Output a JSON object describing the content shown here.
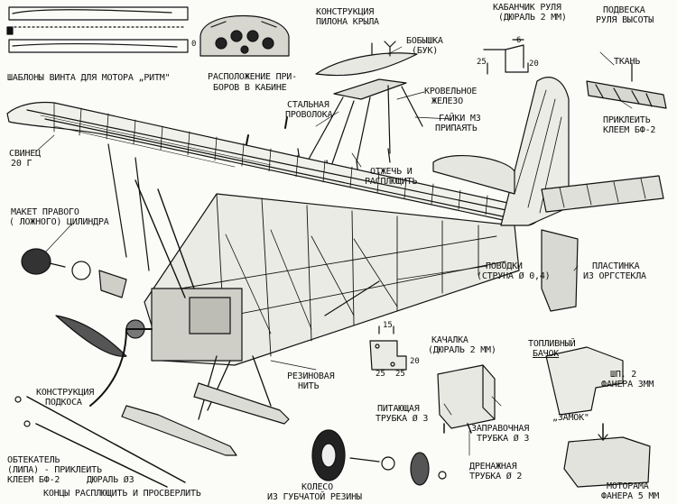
{
  "labels": {
    "propeller_templates": "ШАБЛОНЫ ВИНТА ДЛЯ МОТОРА „РИТМ\"",
    "cockpit_instruments_1": "РАСПОЛОЖЕНИЕ ПРИ-",
    "cockpit_instruments_2": "БОРОВ В КАБИНЕ",
    "wing_pylon_1": "КОНСТРУКЦИЯ",
    "wing_pylon_2": "ПИЛОНА КРЫЛА",
    "boss_1": "БОБЫШКА",
    "boss_2": "(БУК)",
    "rudder_horn_1": "КАБАНЧИК РУЛЯ",
    "rudder_horn_2": "(ДЮРАЛЬ 2 мм)",
    "elevator_hinge_1": "ПОДВЕСКА",
    "elevator_hinge_2": "РУЛЯ ВЫСОТЫ",
    "fabric": "ТКАНЬ",
    "glue_bf2_1": "ПРИКЛЕИТЬ",
    "glue_bf2_2": "КЛЕЕМ БФ-2",
    "roofing_iron_1": "КРОВЕЛЬНОЕ",
    "roofing_iron_2": "ЖЕЛЕЗО",
    "steel_wire_1": "СТАЛЬНАЯ",
    "steel_wire_2": "ПРОВОЛОКА",
    "nuts_m3_1": "ГАЙКИ М3",
    "nuts_m3_2": "ПРИПАЯТЬ",
    "anneal_1": "ОТЖЕЧЬ И",
    "anneal_2": "РАСПЛЮЩИТЬ",
    "lead_1": "СВИНЕЦ",
    "lead_2": "20 г",
    "cylinder_1": "МАКЕТ ПРАВОГО",
    "cylinder_2": "( ЛОЖНОГО) ЦИЛИНДРА",
    "leads_1": "ПОВОДКИ",
    "leads_2": "(СТРУНА Ø 0,4)",
    "plexiglass_1": "ПЛАСТИНКА",
    "plexiglass_2": "ИЗ ОРГСТЕКЛА",
    "rocker_1": "КАЧАЛКА",
    "rocker_2": "(ДЮРАЛЬ 2 мм)",
    "fuel_tank_1": "ТОПЛИВНЫЙ",
    "fuel_tank_2": "БАЧОК",
    "rubber_thread_1": "РЕЗИНОВАЯ",
    "rubber_thread_2": "НИТЬ",
    "feed_tube_1": "ПИТАЮЩАЯ",
    "feed_tube_2": "ТРУБКА Ø 3",
    "filler_tube_1": "ЗАПРАВОЧНАЯ",
    "filler_tube_2": "ТРУБКА Ø 3",
    "drain_tube_1": "ДРЕНАЖНАЯ",
    "drain_tube_2": "ТРУБКА Ø 2",
    "strut_1": "КОНСТРУКЦИЯ",
    "strut_2": "ПОДКОСА",
    "fairing_1": "ОБТЕКАТЕЛЬ",
    "fairing_2": "(ЛИПА) - ПРИКЛЕИТЬ",
    "fairing_3": "КЛЕЕМ БФ-2",
    "duralumin_3": "ДЮРАЛЬ Ø3",
    "ends_flatten": "КОНЦЫ РАСПЛЮЩИТЬ И ПРОСВЕРЛИТЬ",
    "wheel_1": "КОЛЕСО",
    "wheel_2": "ИЗ ГУБЧАТОЙ РЕЗИНЫ",
    "lock": "„ЗАМОК\"",
    "plywood_2_1": "ШП. 2",
    "plywood_2_2": "ФАНЕРА 3мм",
    "motor_mount_1": "МОТОРАМА",
    "motor_mount_2": "ФАНЕРА 5 мм"
  },
  "dimensions": {
    "horn_6": "6",
    "horn_25": "25",
    "horn_20": "20",
    "rocker_15": "15",
    "rocker_25a": "25",
    "rocker_25b": "25",
    "rocker_20": "20",
    "template_0": "0"
  }
}
